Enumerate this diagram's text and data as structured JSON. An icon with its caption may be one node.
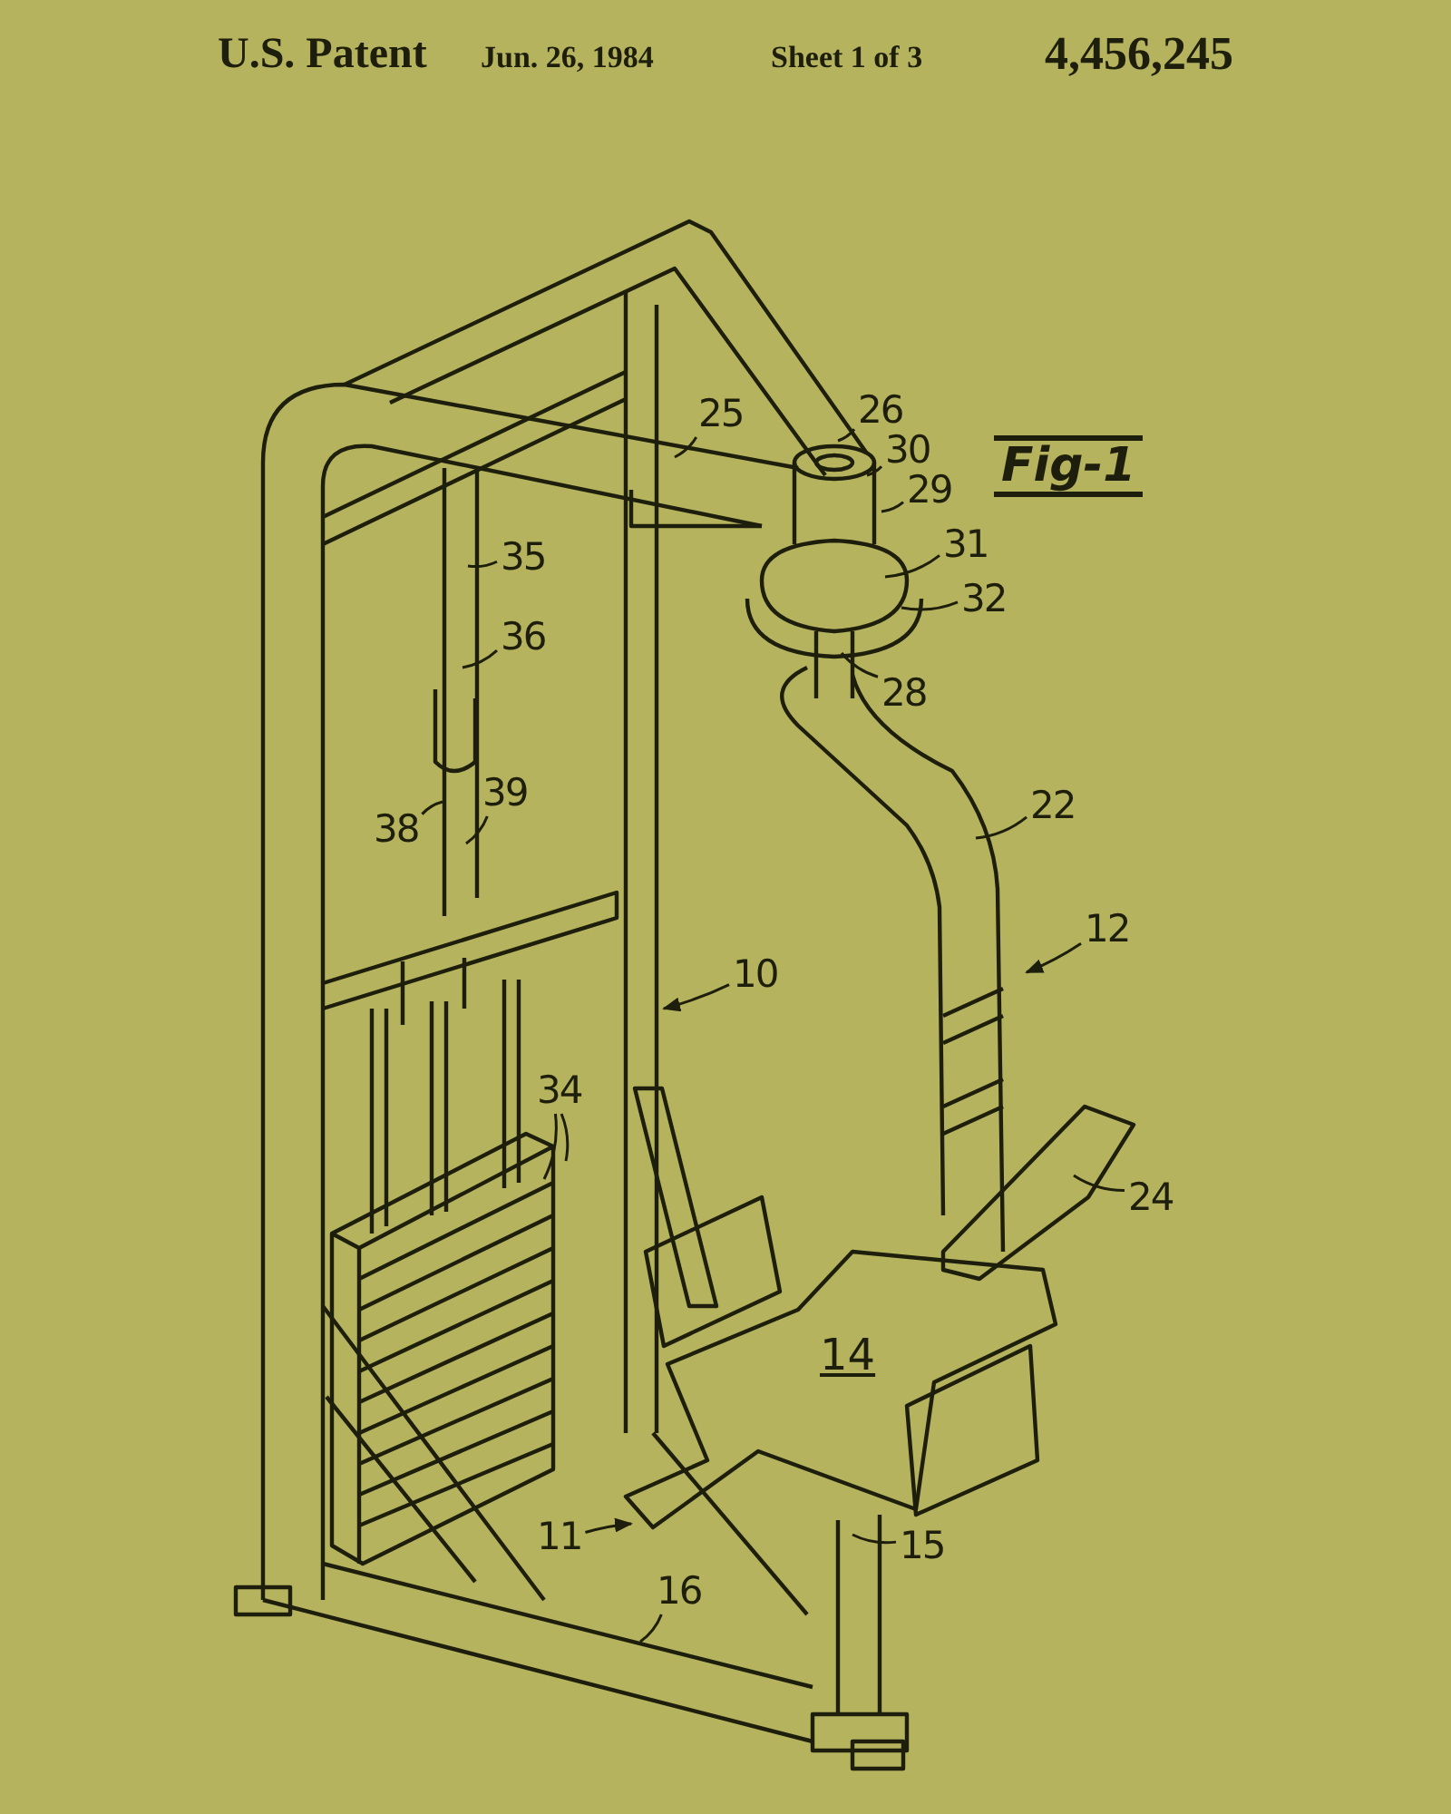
{
  "diagram": {
    "nodes": [
      {
        "text": [
          "25"
        ]
      },
      {
        "text": [
          "26"
        ]
      },
      {
        "text": [
          "30"
        ]
      },
      {
        "text": [
          "29"
        ]
      },
      {
        "text": [
          "31"
        ]
      },
      {
        "text": [
          "32"
        ]
      },
      {
        "text": [
          "28"
        ]
      },
      {
        "text": [
          "35"
        ]
      },
      {
        "text": [
          "36"
        ]
      },
      {
        "text": [
          "38"
        ]
      },
      {
        "text": [
          "39"
        ]
      },
      {
        "text": [
          "22"
        ]
      },
      {
        "text": [
          "12"
        ]
      },
      {
        "text": [
          "10"
        ]
      },
      {
        "text": [
          "34"
        ]
      },
      {
        "text": [
          "24"
        ]
      },
      {
        "text": [
          "11"
        ]
      },
      {
        "text": [
          "15"
        ]
      },
      {
        "text": [
          "16"
        ]
      }
    ],
    "edges": [
      {
        "from": 0,
        "to": null,
        "arrow": "none"
      },
      {
        "from": 1,
        "to": null,
        "arrow": "none"
      },
      {
        "from": 2,
        "to": null,
        "arrow": "none"
      },
      {
        "from": 3,
        "to": null,
        "arrow": "none"
      },
      {
        "from": 4,
        "to": null,
        "arrow": "none"
      },
      {
        "from": 5,
        "to": null,
        "arrow": "none"
      },
      {
        "from": 6,
        "to": null,
        "arrow": "none"
      },
      {
        "from": 7,
        "to": null,
        "arrow": "none"
      },
      {
        "from": 8,
        "to": null,
        "arrow": "none"
      },
      {
        "from": 9,
        "to": null,
        "arrow": "none"
      },
      {
        "from": 10,
        "to": null,
        "arrow": "none"
      },
      {
        "from": 11,
        "to": null,
        "arrow": "none"
      },
      {
        "from": 12,
        "to": null,
        "arrow": "to"
      },
      {
        "from": 13,
        "to": null,
        "arrow": "to"
      },
      {
        "from": 14,
        "to": null,
        "arrow": "none"
      },
      {
        "from": 14,
        "to": null,
        "arrow": "none"
      },
      {
        "from": 15,
        "to": null,
        "arrow": "none"
      },
      {
        "from": 16,
        "to": null,
        "arrow": "to"
      },
      {
        "from": 17,
        "to": null,
        "arrow": "none"
      },
      {
        "from": 18,
        "to": null,
        "arrow": "none"
      }
    ],
    "labels": [
      "U.S. Patent",
      "Jun. 26, 1984",
      "Sheet 1 of 3",
      "4,456,245",
      "Fig-1",
      "14"
    ]
  }
}
